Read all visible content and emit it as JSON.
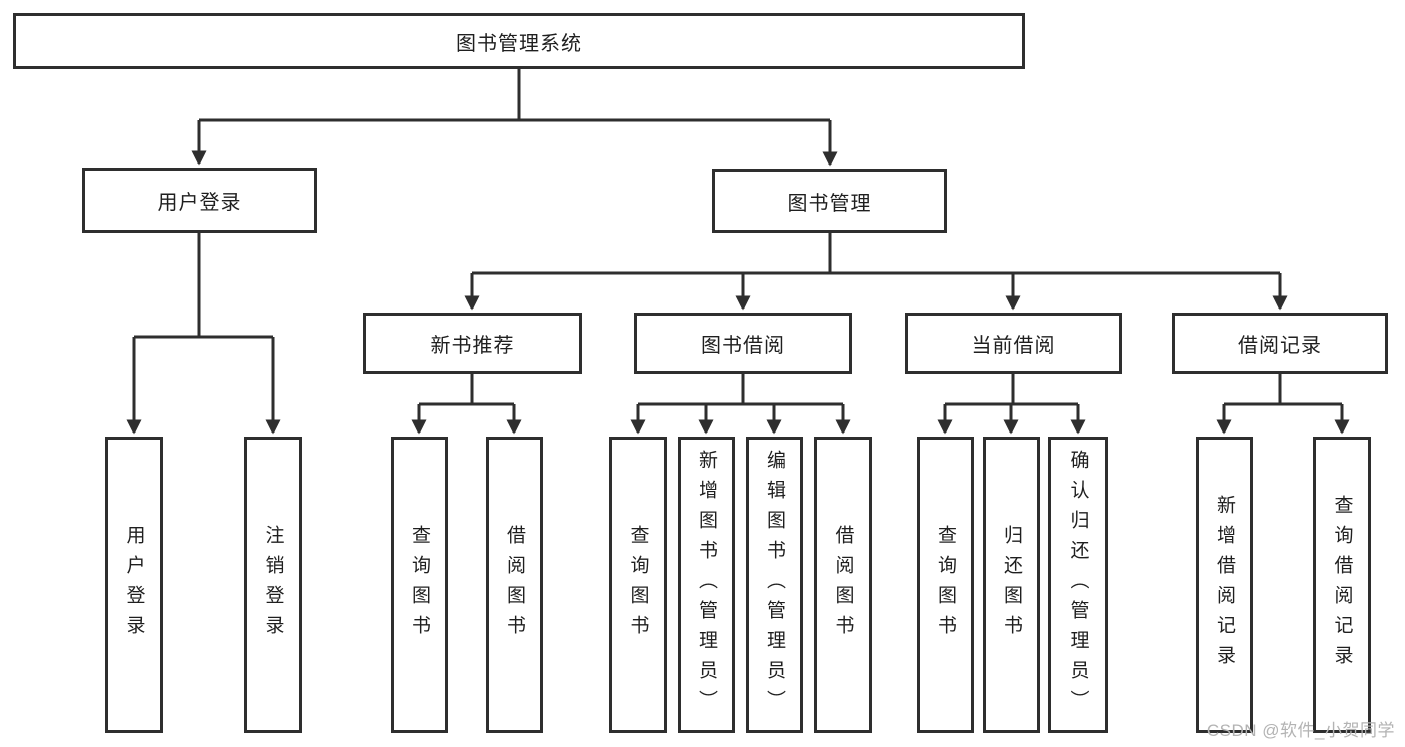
{
  "diagram": {
    "root": {
      "label": "图书管理系统",
      "children": [
        {
          "label": "用户登录",
          "children": [
            {
              "label": "用户登录"
            },
            {
              "label": "注销登录"
            }
          ]
        },
        {
          "label": "图书管理",
          "children": [
            {
              "label": "新书推荐",
              "children": [
                {
                  "label": "查询图书"
                },
                {
                  "label": "借阅图书"
                }
              ]
            },
            {
              "label": "图书借阅",
              "children": [
                {
                  "label": "查询图书"
                },
                {
                  "label": "新增图书（管理员）"
                },
                {
                  "label": "编辑图书（管理员）"
                },
                {
                  "label": "借阅图书"
                }
              ]
            },
            {
              "label": "当前借阅",
              "children": [
                {
                  "label": "查询图书"
                },
                {
                  "label": "归还图书"
                },
                {
                  "label": "确认归还（管理员）"
                }
              ]
            },
            {
              "label": "借阅记录",
              "children": [
                {
                  "label": "新增借阅记录"
                },
                {
                  "label": "查询借阅记录"
                }
              ]
            }
          ]
        }
      ]
    },
    "line_color": "#2e2e2e",
    "box_background": "#ffffff",
    "text_color": "#1f1f1f"
  },
  "watermark": {
    "text": "CSDN @软件_小贺同学"
  }
}
